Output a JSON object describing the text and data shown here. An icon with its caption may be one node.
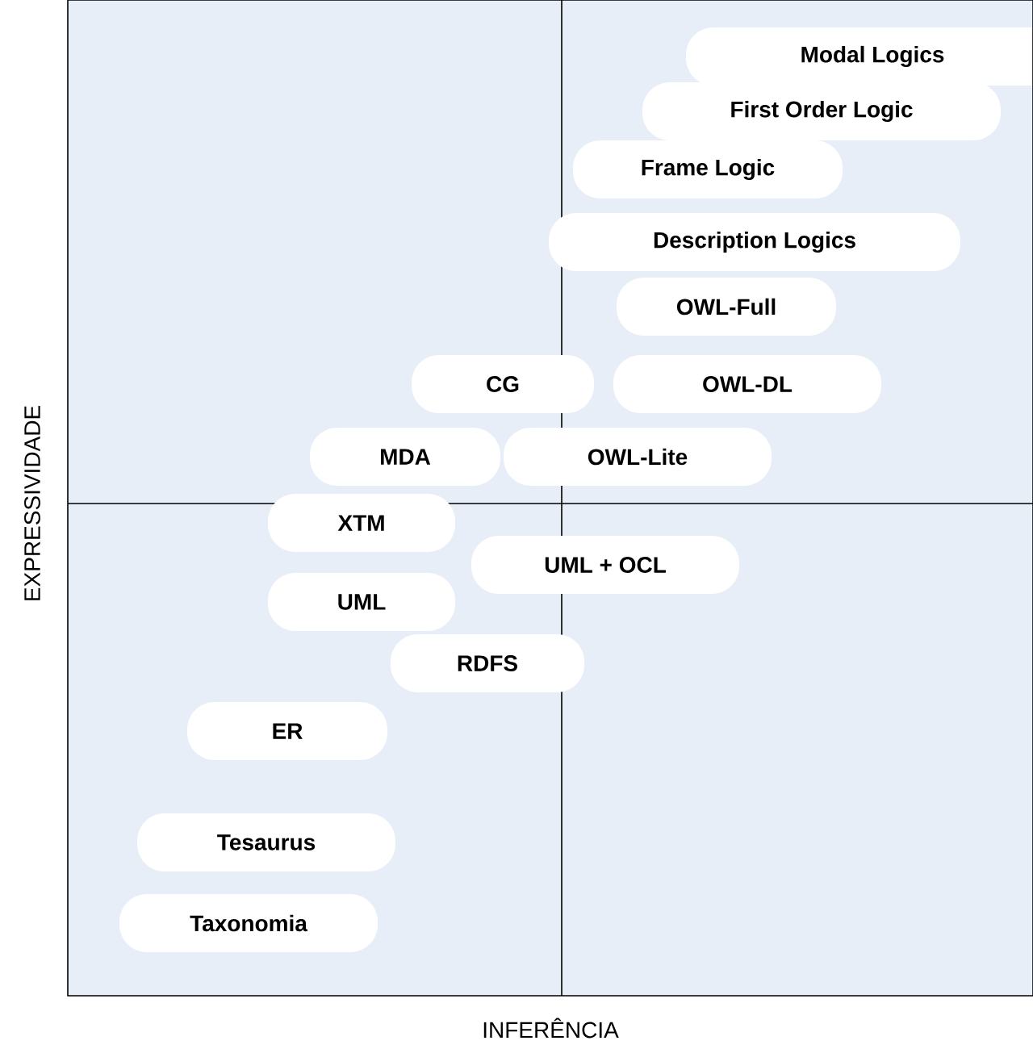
{
  "diagram": {
    "nodes": [
      {
        "text": [
          "Modal Logics"
        ]
      },
      {
        "text": [
          "First Order Logic"
        ]
      },
      {
        "text": [
          "Frame Logic"
        ]
      },
      {
        "text": [
          "Description Logics"
        ]
      },
      {
        "text": [
          "OWL-Full"
        ]
      },
      {
        "text": [
          "CG"
        ]
      },
      {
        "text": [
          "OWL-DL"
        ]
      },
      {
        "text": [
          "MDA"
        ]
      },
      {
        "text": [
          "OWL-Lite"
        ]
      },
      {
        "text": [
          "XTM"
        ]
      },
      {
        "text": [
          "UML + OCL"
        ]
      },
      {
        "text": [
          "UML"
        ]
      },
      {
        "text": [
          "RDFS"
        ]
      },
      {
        "text": [
          "ER"
        ]
      },
      {
        "text": [
          "Tesaurus"
        ]
      },
      {
        "text": [
          "Taxonomia"
        ]
      }
    ],
    "labels": [
      "EXPRESSIVIDADE",
      "INFERÊNCIA"
    ]
  }
}
